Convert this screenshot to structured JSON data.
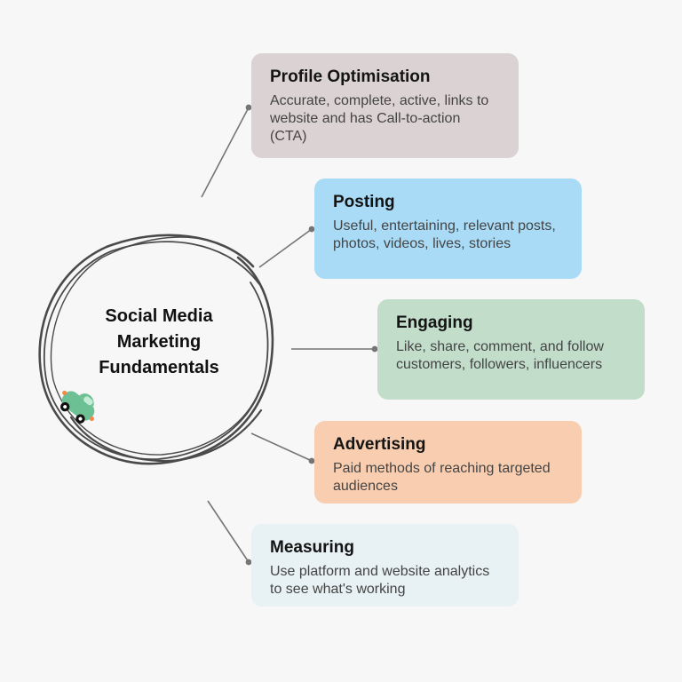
{
  "hub": {
    "title_lines": [
      "Social Media",
      "Marketing",
      "Fundamentals"
    ]
  },
  "cards": [
    {
      "id": "profile",
      "title": "Profile Optimisation",
      "description": "Accurate, complete, active, links to website and has Call-to-action (CTA)",
      "color": "#dbd3d3"
    },
    {
      "id": "posting",
      "title": "Posting",
      "description": "Useful, entertaining, relevant posts, photos, videos, lives, stories",
      "color": "#a9dbf7"
    },
    {
      "id": "engaging",
      "title": "Engaging",
      "description": "Like, share, comment, and follow customers, followers, influencers",
      "color": "#c2decb"
    },
    {
      "id": "advertising",
      "title": "Advertising",
      "description": "Paid methods of reaching targeted audiences",
      "color": "#f9ceb0"
    },
    {
      "id": "measuring",
      "title": "Measuring",
      "description": "Use platform and website analytics to see what's working",
      "color": "#e8f1f3"
    }
  ],
  "colors": {
    "background": "#f7f7f7",
    "connector": "#757575",
    "ring": "#4a4a4a",
    "car_body": "#6dbf94",
    "car_window": "#c4ebd8",
    "car_light": "#f08a48"
  },
  "icons": [
    "car-icon"
  ]
}
